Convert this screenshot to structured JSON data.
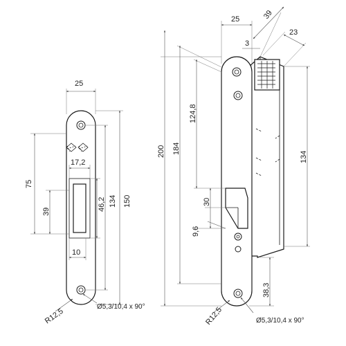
{
  "strike_plate": {
    "dimensions": {
      "width": "25",
      "height": "150",
      "hole_pitch": "134",
      "slot_height": "46,2",
      "slot_offset": "75",
      "slot_inner": "39",
      "slot_width": "17,2",
      "slot_depth": "10",
      "radius": "R12,5",
      "countersink": "Ø5,3/10,4 x 90°"
    }
  },
  "lock_body": {
    "dimensions": {
      "faceplate_width": "25",
      "case_depth": "39",
      "case_width": "23",
      "offset_small": "3",
      "faceplate_height": "200",
      "case_height": "184",
      "latch_position": "124,8",
      "hole_pitch": "134",
      "latch_height": "30",
      "latch_offset": "9,6",
      "bottom_hole": "38,3",
      "radius": "R12,5",
      "countersink": "Ø5,3/10,4 x 90°"
    }
  }
}
